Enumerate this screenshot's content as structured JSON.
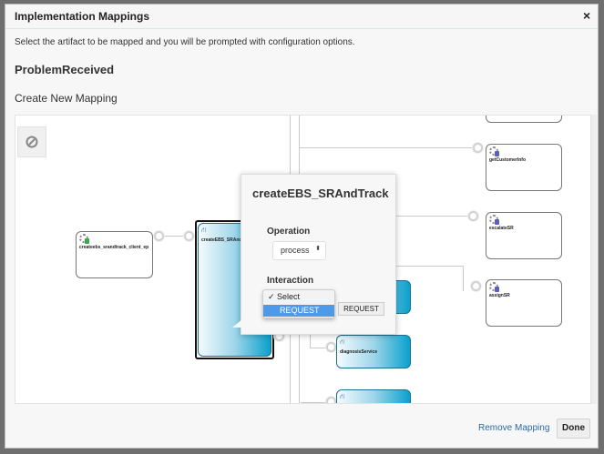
{
  "dialog": {
    "title": "Implementation Mappings",
    "close_icon": "×",
    "instructions": "Select the artifact to be mapped and you will be prompted with configuration options.",
    "artifact_name": "ProblemReceived",
    "section_title": "Create New Mapping"
  },
  "diagram": {
    "client_node": "createebs_srandtrack_client_ep",
    "selected_node": "createEBS_SRAnd",
    "references": [
      "getCustomerInfo",
      "escalateSR",
      "assignSR"
    ],
    "services": [
      "diagnosisService"
    ]
  },
  "popup": {
    "title": "createEBS_SRAndTrack",
    "operation_label": "Operation",
    "operation_value": "process",
    "interaction_label": "Interaction",
    "interaction_button": "REQUEST",
    "dropdown_options": [
      {
        "label": "Select",
        "checked": true
      },
      {
        "label": "REQUEST",
        "highlighted": true
      }
    ]
  },
  "footer": {
    "remove_label": "Remove Mapping",
    "done_label": "Done"
  },
  "colors": {
    "accent": "#4d9ae8",
    "link": "#2c6aa0",
    "node_blue": "#0aa0cc"
  }
}
